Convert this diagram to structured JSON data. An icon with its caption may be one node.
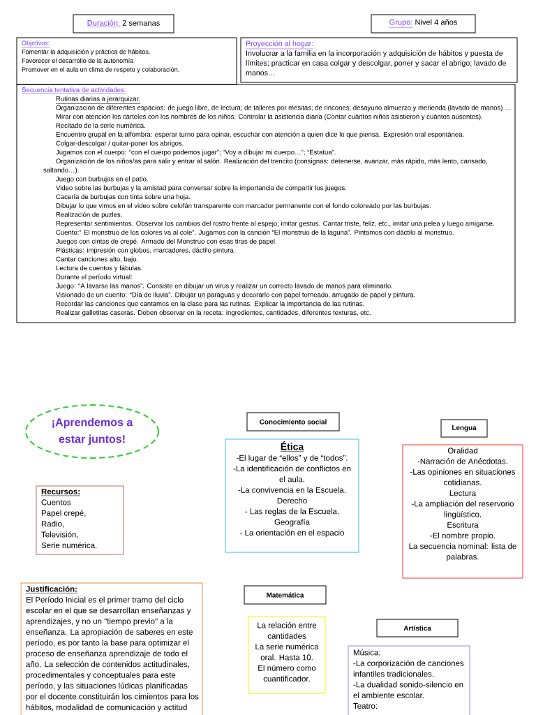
{
  "diagram": {
    "nodes": [
      {
        "text": [
          "Duración:",
          "2 semanas"
        ]
      },
      {
        "text": [
          "Grupo:",
          "Nivel 4 años"
        ]
      },
      {
        "text": [
          "Objetivos:",
          "Fomentar la adquisición y práctica de hábitos.",
          "Favorecer el desarrollo de la autonomía",
          "Promover en el aula un clima de respeto y colaboración."
        ]
      },
      {
        "text": [
          "Proyección al hogar:",
          "Involucrar a la familia en la incorporación y adquisición de hábitos y puesta de límites; practicar en casa colgar y descolgar, poner y sacar el abrigo; lavado de manos…"
        ]
      },
      {
        "text": [
          "Secuencia tentativa de actividades:",
          "Rutinas diarias a jerarquizar:",
          "Organización de diferentes espacios: de juego libre, de lectura; de talleres por mesitas; de rincones; desayuno almuerzo y merienda (lavado de manos) …",
          "Mirar con atención los carteles con los nombres de los niños. Controlar la asistencia diaria (Contar cuántos niños asistieron y cuántos ausentes).",
          "Recitado de la serie numérica.",
          "Encuentro grupal en la alfombra: esperar turno para opinar, escuchar con atención a quien dice lo que piensa. Expresión oral espontánea.",
          "Colgar-descolgar / quitar-poner los abrigos.",
          "Jugamos con el cuerpo: “con el cuerpo podemos jugar”; “Voy a dibujar mi cuerpo…”; “Estatua”.",
          "Organización de los niños/as para salir y entrar al salón. Realización del trencito (consignas: detenerse, avanzar, más rápido, más lento, cansado, saltando…).",
          "Juego con burbujas en el patio.",
          "Video sobre las burbujas y la amistad para conversar sobre la importancia de compartir los juegos.",
          "Cacería de burbujas con tinta sobre una hoja.",
          "Dibujar lo que vimos en el video sobre celofán transparente con marcador permanente con el fondo coloreado por las burbujas.",
          "Realización de puzles.",
          "Representar sentimientos. Observar los cambios del rostro frente al espejo; imitar gestos. Cantar triste, feliz, etc., imitar una pelea y luego amigarse.",
          "Cuento:” El monstruo de los colores va al cole”. Jugamos con la canción “El monstruo de la laguna”. Pintamos con dáctilo al monstruo.",
          "Juegos con cintas de crepé. Armado del Monstruo con esas tiras de papel.",
          "Plásticas: impresión con globos, marcadores, dáctilo pintura.",
          "Cantar canciones alto, bajo.",
          "Lectura de cuentos y fábulas.",
          "Durante el período virtual:",
          "Juego: “A lavarse las manos”. Consiste en dibujar un virus y realizar un correcto lavado de manos para eliminarlo.",
          "Visionado de un cuento: “Día de lluvia”. Dibujar un paraguas y decorarlo con papel torneado, arrugado de papel y pintura.",
          "Recordar las canciones que cantamos en la clase para las rutinas. Explicar la importancia de las rutinas.",
          "Realizar galletitas caseras. Deben observar en la receta: ingredientes, cantidades, diferentes texturas, etc."
        ]
      },
      {
        "text": [
          "¡Aprendemos a estar juntos!"
        ]
      },
      {
        "text": [
          "Conocimiento social"
        ]
      },
      {
        "text": [
          "Lengua"
        ]
      },
      {
        "text": [
          "Ética",
          "-El lugar de “ellos” y de “todos”.",
          "-La identificación de conflictos en el aula.",
          "-La convivencia en la Escuela.",
          "Derecho",
          "- Las reglas de la Escuela.",
          "Geografía",
          "- La orientación en el espacio"
        ]
      },
      {
        "text": [
          "Oralidad",
          "-Narración de Anécdotas.",
          "-Las opiniones en situaciones cotidianas.",
          "Lectura",
          "-La ampliación del reservorio lingüístico.",
          "Escritura",
          "-El nombre propio.",
          "La secuencia nominal: lista de palabras."
        ]
      },
      {
        "text": [
          "Recursos:",
          "Cuentos",
          "Papel crepé,",
          "Radio,",
          "Televisión,",
          "Serie numérica."
        ]
      },
      {
        "text": [
          "Justificación:",
          "El Período Inicial es el primer tramo del ciclo escolar en el que se desarrollan enseñanzas y aprendizajes, y no un \"tiempo previo\" a la enseñanza. La apropiación de saberes en este período, es por tanto la base para optimizar el proceso de enseñanza aprendizaje de todo el año. La selección de contenidos actitudinales, procedimentales y conceptuales para este período, y las situaciones lúdicas planificadas por el docente constituirán los cimientos para los hábitos, modalidad de comunicación y actitud"
        ]
      },
      {
        "text": [
          "Matemática"
        ]
      },
      {
        "text": [
          "La relación entre cantidades",
          "La serie numérica oral. Hasta 10.",
          "El número como cuantificador."
        ]
      },
      {
        "text": [
          "Artística"
        ]
      },
      {
        "text": [
          "Música:",
          "-La corporización de canciones infantiles tradicionales.",
          "-La dualidad sonido-silencio en el ambiente escolar.",
          "Teatro:"
        ]
      }
    ]
  }
}
